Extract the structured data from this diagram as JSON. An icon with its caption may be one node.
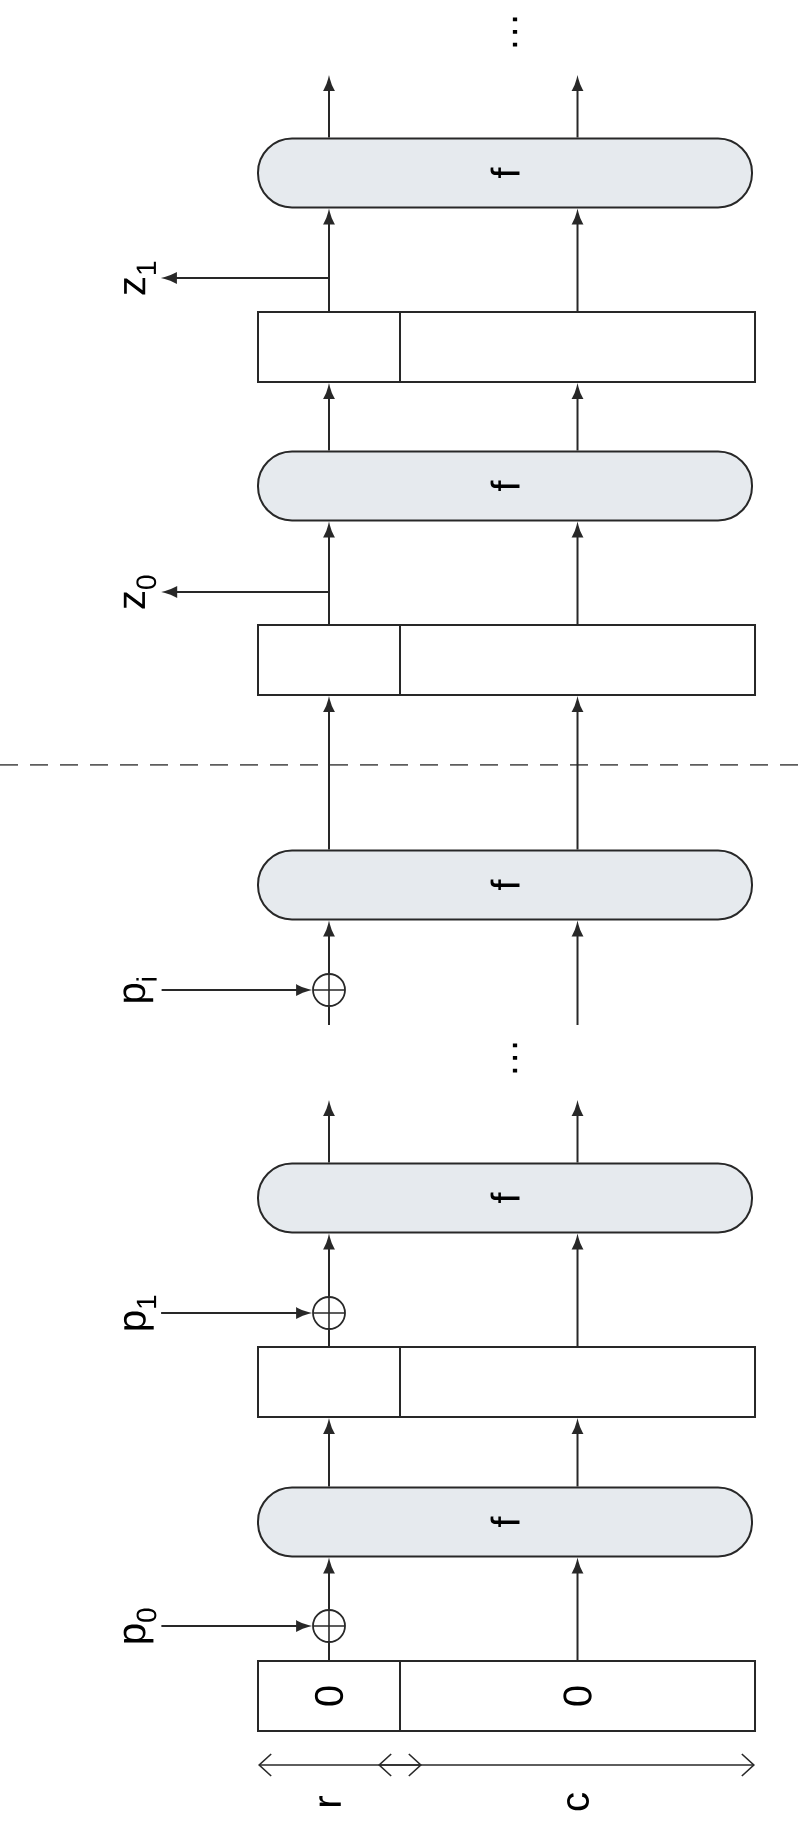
{
  "diagram": {
    "nodes": [
      {
        "text": [
          "f"
        ]
      },
      {
        "text": [
          "z$_{1}$"
        ]
      },
      {
        "text": [],
        "shape": "box"
      },
      {
        "text": [],
        "shape": "box"
      },
      {
        "text": [
          "f"
        ]
      },
      {
        "text": [
          "z$_{0}$"
        ]
      },
      {
        "text": [],
        "shape": "box"
      },
      {
        "text": [],
        "shape": "box"
      },
      {
        "text": [
          "f"
        ]
      },
      {
        "text": [
          "p$_{i}$"
        ]
      },
      {
        "text": [],
        "shape": "circle"
      },
      {
        "text": [
          "f"
        ]
      },
      {
        "text": [
          "p$_{1}$"
        ]
      },
      {
        "text": [],
        "shape": "circle"
      },
      {
        "text": [],
        "shape": "box"
      },
      {
        "text": [],
        "shape": "box"
      },
      {
        "text": [
          "f"
        ]
      },
      {
        "text": [
          "p$_{0}$"
        ]
      },
      {
        "text": [],
        "shape": "circle"
      },
      {
        "text": [
          "0"
        ]
      },
      {
        "text": [
          "0"
        ]
      }
    ],
    "edges": [
      {
        "from": 19,
        "to": 18,
        "arrow": "none"
      },
      {
        "from": 17,
        "to": 18,
        "arrow": "to"
      },
      {
        "from": 18,
        "to": 16,
        "arrow": "to"
      },
      {
        "from": 20,
        "to": 16,
        "arrow": "to"
      },
      {
        "from": 16,
        "to": 14,
        "arrow": "to"
      },
      {
        "from": 16,
        "to": 15,
        "arrow": "to"
      },
      {
        "from": 14,
        "to": 13,
        "arrow": "none"
      },
      {
        "from": 12,
        "to": 13,
        "arrow": "to"
      },
      {
        "from": 13,
        "to": 11,
        "arrow": "to"
      },
      {
        "from": 15,
        "to": 11,
        "arrow": "to"
      },
      {
        "from": 11,
        "to": null,
        "arrow": "to"
      },
      {
        "from": 11,
        "to": null,
        "arrow": "to"
      },
      {
        "from": null,
        "to": 10,
        "arrow": "none"
      },
      {
        "from": 9,
        "to": 10,
        "arrow": "to"
      },
      {
        "from": 10,
        "to": 8,
        "arrow": "to"
      },
      {
        "from": null,
        "to": 8,
        "arrow": "to"
      },
      {
        "from": 8,
        "to": 6,
        "arrow": "to"
      },
      {
        "from": 8,
        "to": 7,
        "arrow": "to"
      },
      {
        "from": 6,
        "to": 4,
        "arrow": "to"
      },
      {
        "from": 6,
        "to": 5,
        "arrow": "to"
      },
      {
        "from": 7,
        "to": 4,
        "arrow": "to"
      },
      {
        "from": 4,
        "to": 2,
        "arrow": "to"
      },
      {
        "from": 4,
        "to": 3,
        "arrow": "to"
      },
      {
        "from": 2,
        "to": 0,
        "arrow": "to"
      },
      {
        "from": 2,
        "to": 1,
        "arrow": "to"
      },
      {
        "from": 3,
        "to": 0,
        "arrow": "to"
      },
      {
        "from": 0,
        "to": null,
        "arrow": "to"
      },
      {
        "from": 0,
        "to": null,
        "arrow": "to"
      }
    ],
    "labels": [
      "…",
      "…",
      "r",
      "c"
    ]
  }
}
